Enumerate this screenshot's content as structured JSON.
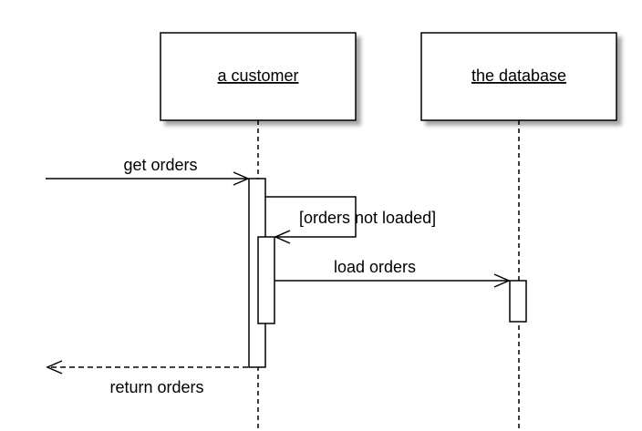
{
  "participants": [
    {
      "name": "a customer"
    },
    {
      "name": "the database"
    }
  ],
  "messages": {
    "get_orders": "get orders",
    "guard": "[orders not loaded]",
    "load_orders": "load orders",
    "return_orders": "return orders"
  }
}
